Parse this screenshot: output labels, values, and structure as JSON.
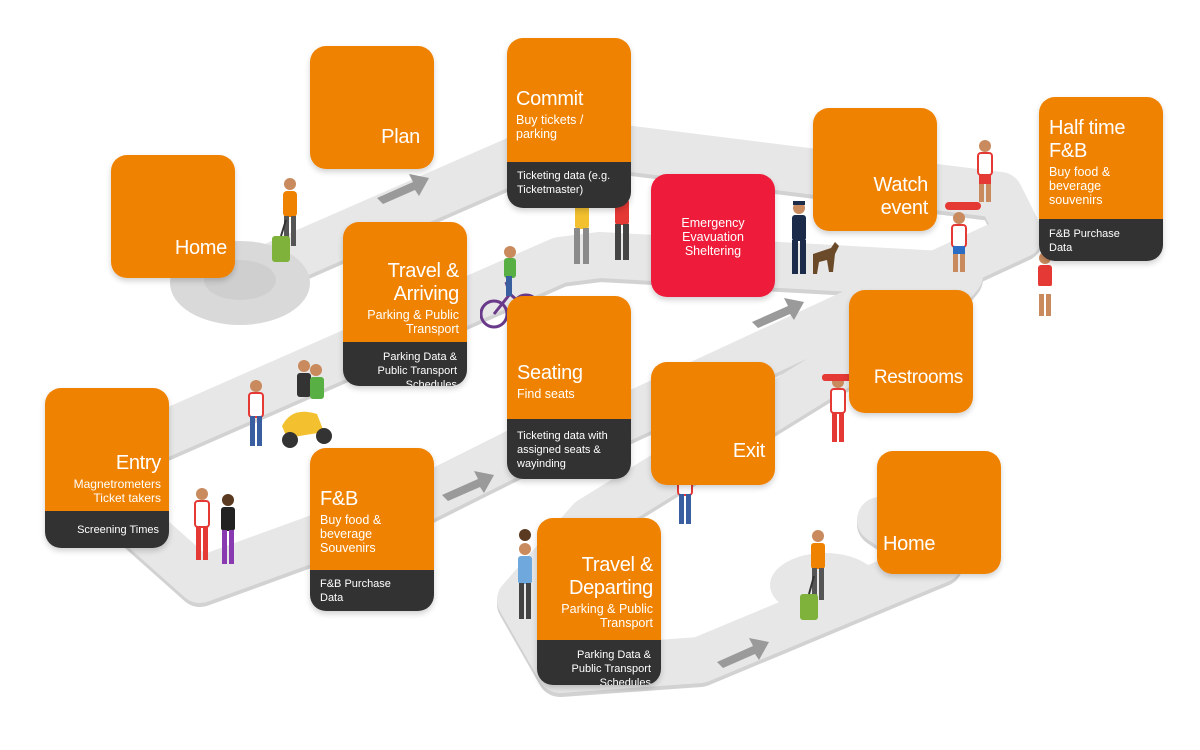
{
  "colors": {
    "orange": "#ef8200",
    "dark": "#323232",
    "red": "#ee1c3a",
    "road": "#e6e6e6"
  },
  "stages": {
    "home_start": {
      "title": "Home"
    },
    "plan": {
      "title": "Plan"
    },
    "commit": {
      "title": "Commit",
      "sub": "Buy tickets / parking",
      "data": "Ticketing data (e.g. Ticketmaster)"
    },
    "emergency": {
      "title": "Emergency Evavuation Sheltering"
    },
    "watch": {
      "title_1": "Watch",
      "title_2": "event"
    },
    "halftime": {
      "title_1": "Half time",
      "title_2": "F&B",
      "sub": "Buy food & beverage souvenirs",
      "data": "F&B Purchase Data"
    },
    "travel_arriving": {
      "title_1": "Travel &",
      "title_2": "Arriving",
      "sub": "Parking & Public Transport",
      "data": "Parking Data & Public Transport Schedules"
    },
    "seating": {
      "title": "Seating",
      "sub": "Find seats",
      "data": "Ticketing data with assigned seats & wayinding"
    },
    "restrooms": {
      "title": "Restrooms"
    },
    "entry": {
      "title": "Entry",
      "sub_1": "Magnetrometers",
      "sub_2": "Ticket takers",
      "data": "Screening Times"
    },
    "fb": {
      "title": "F&B",
      "sub": "Buy food & beverage Souvenirs",
      "data": "F&B Purchase Data"
    },
    "exit": {
      "title": "Exit"
    },
    "travel_departing": {
      "title_1": "Travel &",
      "title_2": "Departing",
      "sub": "Parking & Public Transport",
      "data": "Parking Data & Public Transport Schedules"
    },
    "home_end": {
      "title": "Home"
    }
  }
}
